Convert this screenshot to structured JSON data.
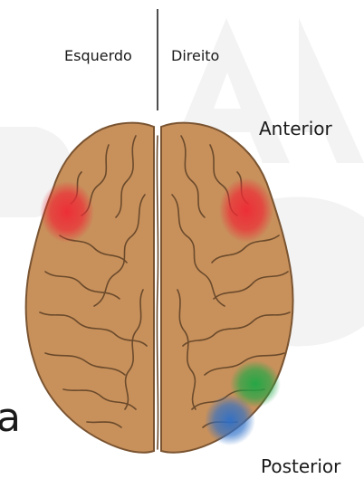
{
  "labels": {
    "left": "Esquerdo",
    "right": "Direito",
    "front": "Anterior",
    "back": "Posterior",
    "cut_glyph": "a"
  },
  "colors": {
    "brain_fill": "#c8915c",
    "brain_outline": "#7a5431",
    "sulci": "#6b4a2b",
    "divider": "#222222",
    "watermark": "#f4f4f4",
    "spot_red": "#ee2a35",
    "spot_green": "#1da845",
    "spot_blue": "#2c6fc9"
  },
  "highlights": [
    {
      "name": "left-frontal",
      "color": "red"
    },
    {
      "name": "right-frontal",
      "color": "red"
    },
    {
      "name": "right-parietal",
      "color": "green"
    },
    {
      "name": "right-occipital",
      "color": "blue"
    }
  ]
}
